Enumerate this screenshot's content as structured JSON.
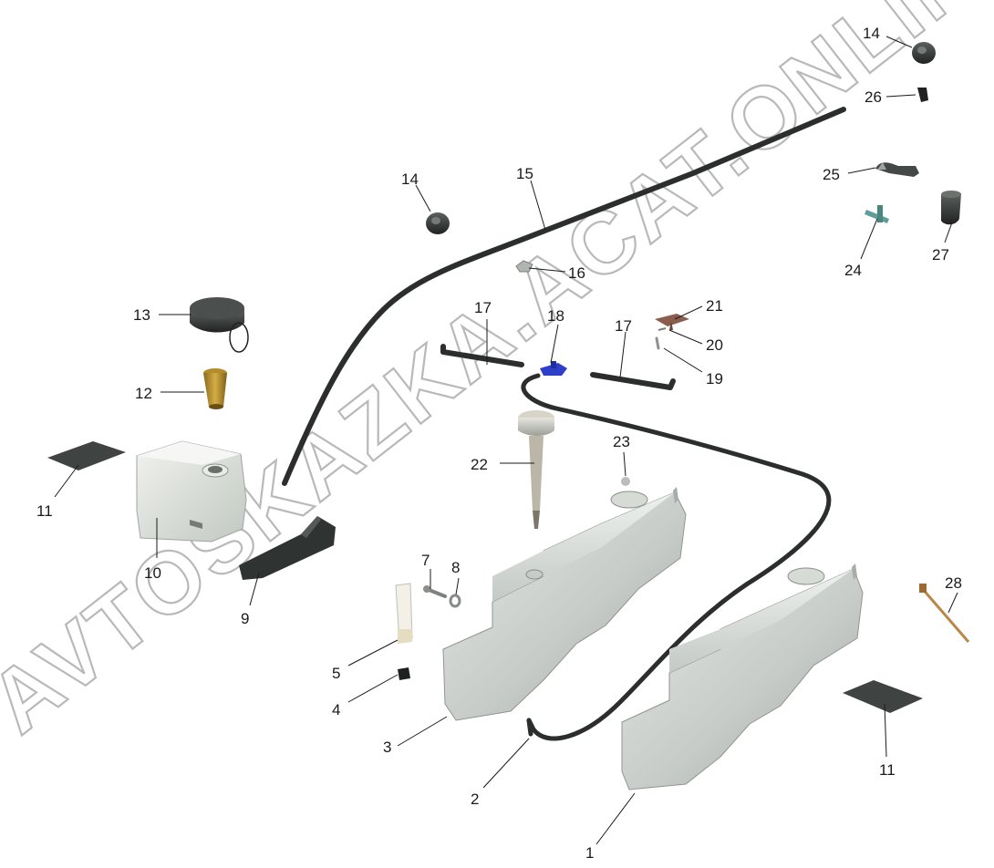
{
  "watermark": "AVTOSKAZKA.ACAT.ONLINE",
  "colors": {
    "tank": "#c9cfca",
    "hose": "#2b2e2d",
    "label": "#1a1a1a",
    "watermark": "#b9b9b9"
  },
  "parts": {
    "p1": "1",
    "p2": "2",
    "p3": "3",
    "p4": "4",
    "p5": "5",
    "p7": "7",
    "p8": "8",
    "p9": "9",
    "p10": "10",
    "p11a": "11",
    "p11b": "11",
    "p12": "12",
    "p13": "13",
    "p14a": "14",
    "p14b": "14",
    "p15": "15",
    "p16": "16",
    "p17a": "17",
    "p17b": "17",
    "p18": "18",
    "p19": "19",
    "p20": "20",
    "p21": "21",
    "p22": "22",
    "p23": "23",
    "p24": "24",
    "p25": "25",
    "p26": "26",
    "p27": "27",
    "p28": "28"
  }
}
